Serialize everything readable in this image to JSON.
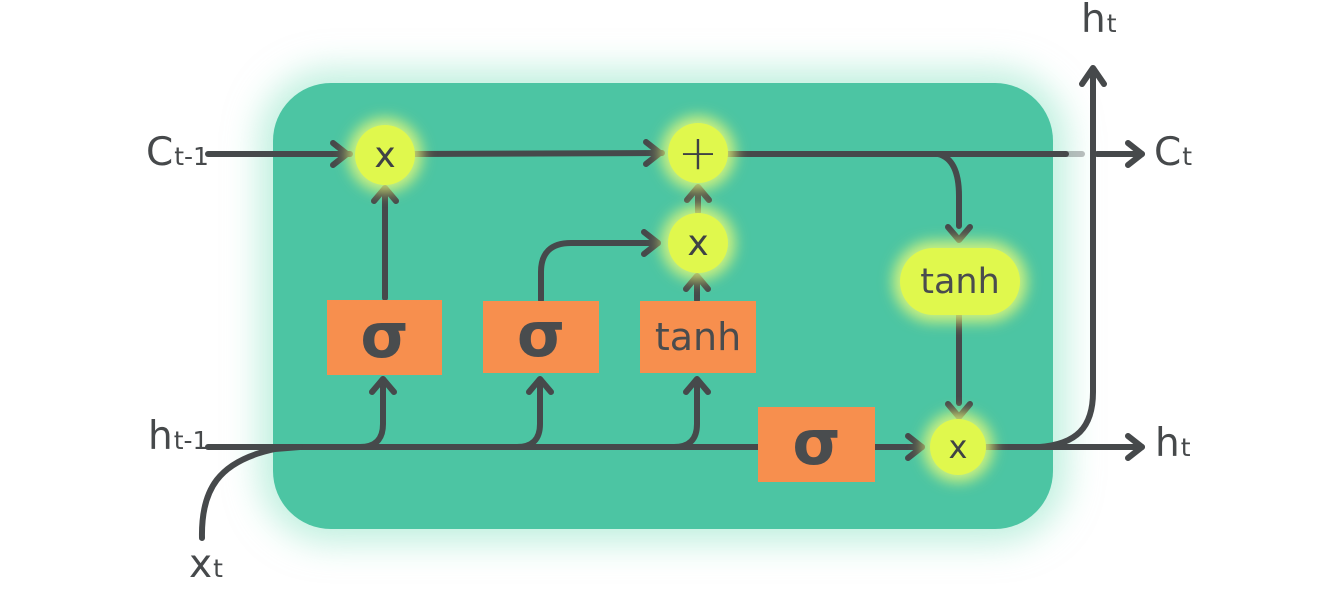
{
  "diagram": {
    "type": "lstm-cell",
    "colors": {
      "cell_body": "#4cc5a3",
      "gate_box": "#f78f4e",
      "op_node": "#e0f84d",
      "wire": "#46494b",
      "background": "#ffffff"
    },
    "labels": {
      "c_prev": {
        "base": "C",
        "sub": "t-1"
      },
      "h_prev": {
        "base": "h",
        "sub": "t-1"
      },
      "x_input": {
        "base": "x",
        "sub": "t"
      },
      "c_next": {
        "base": "C",
        "sub": "t"
      },
      "h_out_top": {
        "base": "h",
        "sub": "t"
      },
      "h_out_right": {
        "base": "h",
        "sub": "t"
      }
    },
    "gates": {
      "forget": "σ",
      "input": "σ",
      "candidate": "tanh",
      "output": "σ"
    },
    "operations": {
      "forget_multiply": "x",
      "cell_add": "+",
      "input_multiply": "x",
      "cell_tanh": "tanh",
      "output_multiply": "x"
    }
  }
}
